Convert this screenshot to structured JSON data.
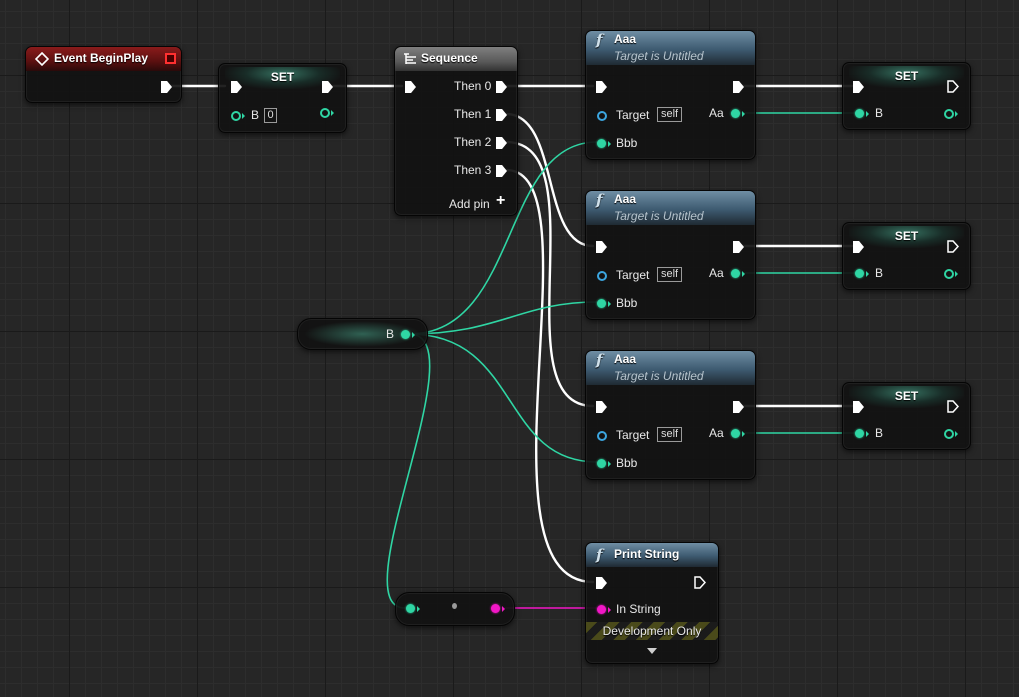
{
  "event_node": {
    "title": "Event BeginPlay"
  },
  "set_top": {
    "title": "SET",
    "pin_label": "B",
    "value": "0"
  },
  "sequence": {
    "title": "Sequence",
    "outputs": [
      "Then 0",
      "Then 1",
      "Then 2",
      "Then 3"
    ],
    "add_pin": "Add pin"
  },
  "func_nodes": [
    {
      "title": "Aaa",
      "subtitle": "Target is Untitled",
      "target_label": "Target",
      "target_value": "self",
      "input_label": "Bbb",
      "output_label": "Aa"
    },
    {
      "title": "Aaa",
      "subtitle": "Target is Untitled",
      "target_label": "Target",
      "target_value": "self",
      "input_label": "Bbb",
      "output_label": "Aa"
    },
    {
      "title": "Aaa",
      "subtitle": "Target is Untitled",
      "target_label": "Target",
      "target_value": "self",
      "input_label": "Bbb",
      "output_label": "Aa"
    }
  ],
  "set_nodes": [
    {
      "title": "SET",
      "pin_label": "B"
    },
    {
      "title": "SET",
      "pin_label": "B"
    },
    {
      "title": "SET",
      "pin_label": "B"
    }
  ],
  "get_b": {
    "label": "B"
  },
  "print_string": {
    "title": "Print String",
    "input_label": "In String",
    "footer": "Development Only"
  },
  "colors": {
    "exec": "#ffffff",
    "integer": "#2fd6a4",
    "string": "#f217c6",
    "object": "#3ca6e0",
    "event_header": "#8a1b1b",
    "function_header": "#4b6b82"
  },
  "icons": {
    "event": "diamond-event-icon",
    "sequence": "sequence-icon",
    "function": "function-icon",
    "add": "plus-icon",
    "expand": "chevron-down-icon"
  }
}
